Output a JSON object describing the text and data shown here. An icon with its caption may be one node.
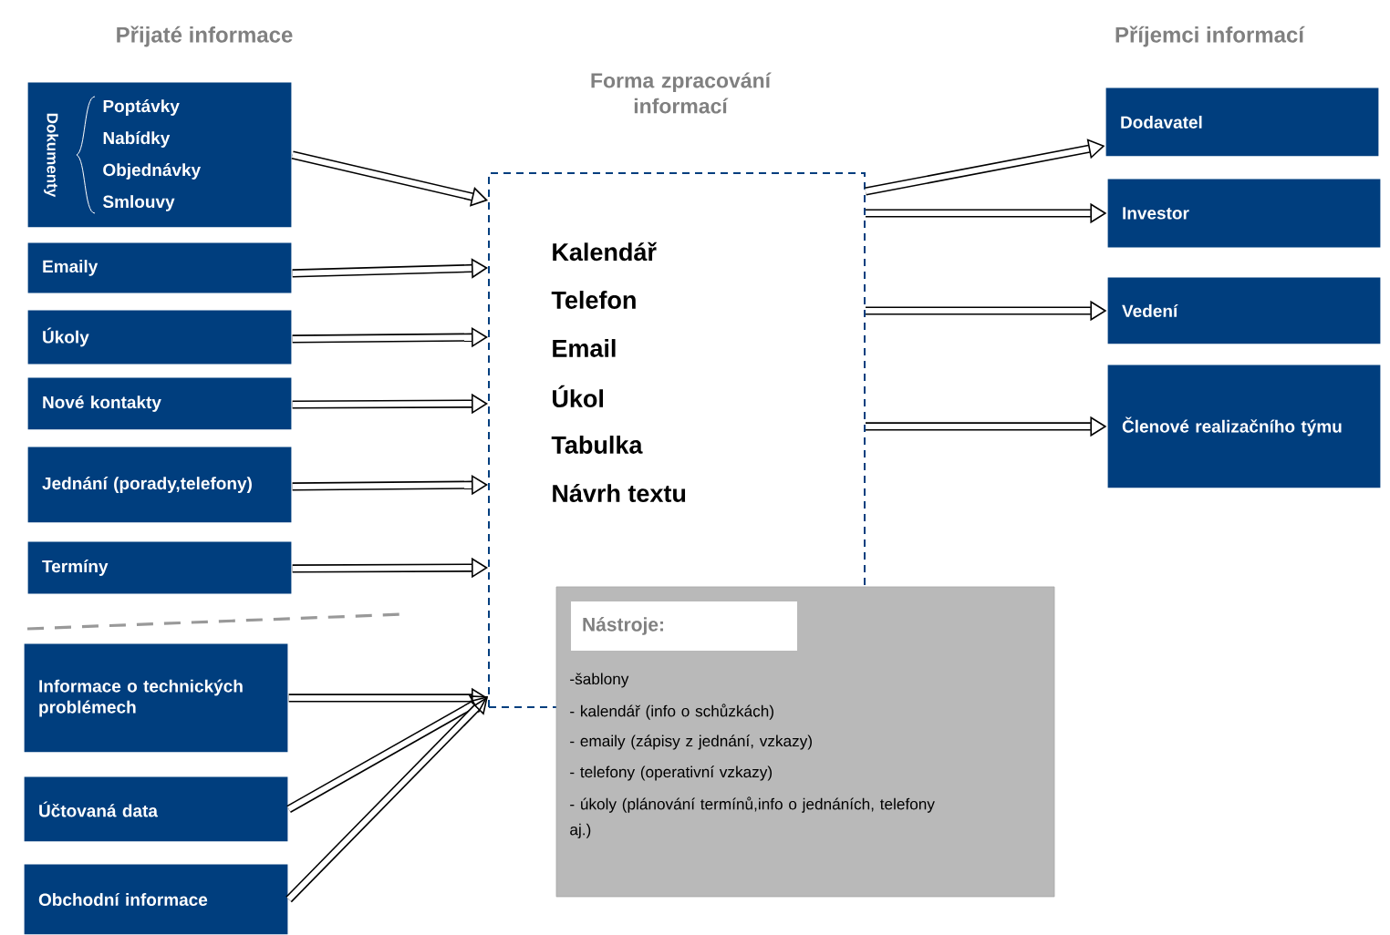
{
  "diagram": {
    "nodes": [
      {
        "text": [
          "Dokumenty",
          "Poptávky",
          "Nabídky",
          "Objednávky",
          "Smlouvy"
        ]
      },
      {
        "text": [
          "Emaily"
        ]
      },
      {
        "text": [
          "Úkoly"
        ]
      },
      {
        "text": [
          "Nové kontakty"
        ]
      },
      {
        "text": [
          "Jednání (porady,telefony)"
        ]
      },
      {
        "text": [
          "Termíny"
        ]
      },
      {
        "text": [
          "Informace o technických problémech"
        ]
      },
      {
        "text": [
          "Účtovaná data"
        ]
      },
      {
        "text": [
          "Obchodní informace"
        ]
      },
      {
        "text": [
          "Forma zpracování informací",
          "Kalendář",
          "Telefon",
          "Email",
          "Úkol",
          "Tabulka",
          "Návrh textu"
        ]
      },
      {
        "text": [
          "Nástroje:",
          "-šablony",
          "- kalendář (info o schůzkách)",
          "- emaily (zápisy z jednání, vzkazy)",
          "- telefony (operativní vzkazy)",
          "-  úkoly (plánování termínů,info o jednáních, telefony aj.)"
        ]
      },
      {
        "text": [
          "Dodavatel"
        ]
      },
      {
        "text": [
          "Investor"
        ]
      },
      {
        "text": [
          "Vedení"
        ]
      },
      {
        "text": [
          "Členové realizačního týmu"
        ]
      }
    ],
    "edges": [
      {
        "from": 0,
        "to": 9,
        "arrow": "to"
      },
      {
        "from": 1,
        "to": 9,
        "arrow": "to"
      },
      {
        "from": 2,
        "to": 9,
        "arrow": "to"
      },
      {
        "from": 3,
        "to": 9,
        "arrow": "to"
      },
      {
        "from": 4,
        "to": 9,
        "arrow": "to"
      },
      {
        "from": 5,
        "to": 9,
        "arrow": "to"
      },
      {
        "from": 6,
        "to": 9,
        "arrow": "to"
      },
      {
        "from": 7,
        "to": 9,
        "arrow": "to"
      },
      {
        "from": 8,
        "to": 9,
        "arrow": "to"
      },
      {
        "from": 9,
        "to": 11,
        "arrow": "to"
      },
      {
        "from": 9,
        "to": 12,
        "arrow": "to"
      },
      {
        "from": 9,
        "to": 13,
        "arrow": "to"
      },
      {
        "from": 9,
        "to": 14,
        "arrow": "to"
      }
    ],
    "labels": [
      "Přijaté informace",
      "Příjemci informací"
    ]
  }
}
